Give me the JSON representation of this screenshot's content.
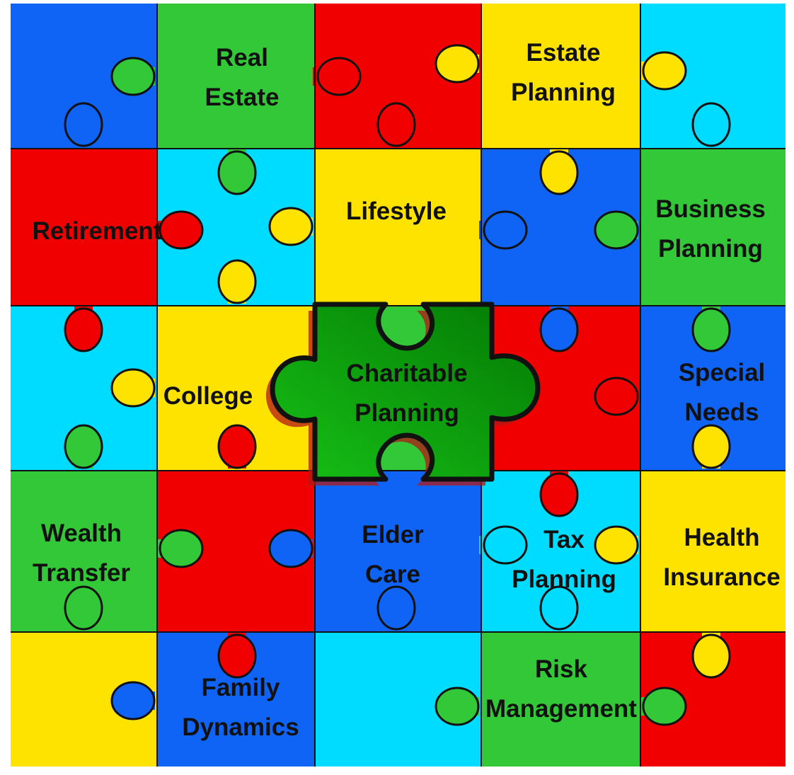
{
  "colors": {
    "red": "#f00000",
    "green": "#33c837",
    "yellow": "#ffe300",
    "cyan": "#00dcff",
    "blue": "#0f63f5",
    "outline": "#111111",
    "center_piece_dark": "#047a04",
    "center_piece_light": "#16c016",
    "center_piece_shadow": "#b31717"
  },
  "grid": {
    "rows": 5,
    "cols": 5,
    "cell_colors": [
      [
        "blue",
        "green",
        "red",
        "yellow",
        "cyan"
      ],
      [
        "red",
        "cyan",
        "yellow",
        "blue",
        "green"
      ],
      [
        "cyan",
        "yellow",
        "green",
        "red",
        "blue"
      ],
      [
        "green",
        "red",
        "blue",
        "cyan",
        "yellow"
      ],
      [
        "yellow",
        "blue",
        "cyan",
        "green",
        "red"
      ]
    ]
  },
  "pieces": [
    {
      "id": "real-estate",
      "lines": [
        "Real",
        "Estate"
      ]
    },
    {
      "id": "estate-planning",
      "lines": [
        "Estate",
        "Planning"
      ]
    },
    {
      "id": "retirement",
      "lines": [
        "Retirement"
      ]
    },
    {
      "id": "lifestyle",
      "lines": [
        "Lifestyle"
      ]
    },
    {
      "id": "business-planning",
      "lines": [
        "Business",
        "Planning"
      ]
    },
    {
      "id": "college",
      "lines": [
        "College"
      ]
    },
    {
      "id": "charitable-planning",
      "lines": [
        "Charitable",
        "Planning"
      ]
    },
    {
      "id": "special-needs",
      "lines": [
        "Special",
        "Needs"
      ]
    },
    {
      "id": "wealth-transfer",
      "lines": [
        "Wealth",
        "Transfer"
      ]
    },
    {
      "id": "elder-care",
      "lines": [
        "Elder",
        "Care"
      ]
    },
    {
      "id": "tax-planning",
      "lines": [
        "Tax",
        "Planning"
      ]
    },
    {
      "id": "health-insurance",
      "lines": [
        "Health",
        "Insurance"
      ]
    },
    {
      "id": "family-dynamics",
      "lines": [
        "Family",
        "Dynamics"
      ]
    },
    {
      "id": "risk-management",
      "lines": [
        "Risk",
        "Management"
      ]
    }
  ]
}
